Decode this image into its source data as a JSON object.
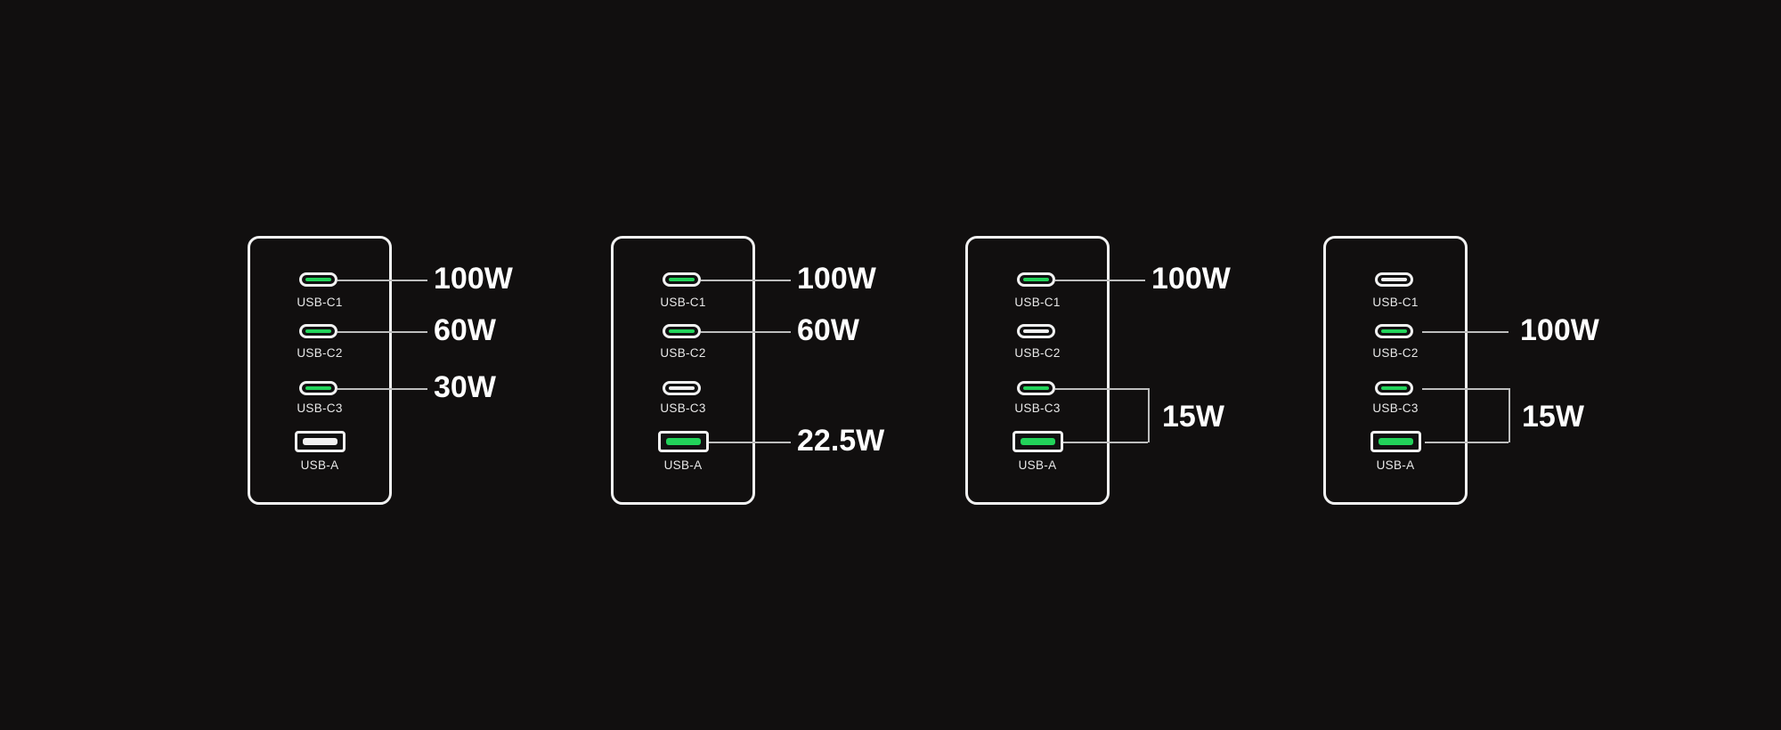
{
  "colors": {
    "background": "#110f0f",
    "active": "#22d35a",
    "outline": "#f2f2f2"
  },
  "port_labels": [
    "USB-C1",
    "USB-C2",
    "USB-C3",
    "USB-A"
  ],
  "panels": [
    {
      "active": [
        true,
        true,
        true,
        false
      ],
      "watts": [
        "100W",
        "60W",
        "30W"
      ]
    },
    {
      "active": [
        true,
        true,
        false,
        true
      ],
      "watts": [
        "100W",
        "60W",
        "22.5W"
      ]
    },
    {
      "active": [
        true,
        false,
        true,
        true
      ],
      "watts": [
        "100W",
        "15W"
      ]
    },
    {
      "active": [
        false,
        true,
        true,
        true
      ],
      "watts": [
        "100W",
        "15W"
      ]
    }
  ]
}
